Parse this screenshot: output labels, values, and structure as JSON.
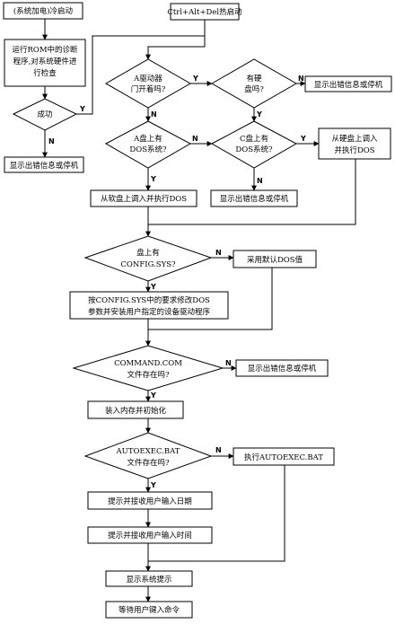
{
  "nodes": {
    "cold_boot": "(系统加电)冷启动",
    "warm_boot": "Ctrl+Alt+Del热启动",
    "rom_diag": [
      "运行ROM中的诊断",
      "程序,对系统硬件进",
      "行检查"
    ],
    "success": "成功",
    "show_error_1": "显示出错信息或停机",
    "drive_a": [
      "A驱动器",
      "门开着吗?"
    ],
    "has_hdd": [
      "有硬",
      "盘吗?"
    ],
    "show_error_2": "显示出错信息或停机",
    "a_dos": [
      "A盘上有",
      "DOS系统?"
    ],
    "c_dos": [
      "C盘上有",
      "DOS系统?"
    ],
    "load_from_hdd": [
      "从硬盘上调入",
      "并执行DOS"
    ],
    "load_from_floppy": "从软盘上调入并执行DOS",
    "show_error_3": "显示出错信息或停机",
    "config_check": [
      "盘上有",
      "CONFIG.SYS?"
    ],
    "default_dos": "采用默认DOS值",
    "config_apply": [
      "按CONFIG.SYS中的要求修改DOS",
      "参数并安装用户指定的设备驱动程序"
    ],
    "command_check": [
      "COMMAND.COM",
      "文件存在吗?"
    ],
    "show_error_4": "显示出错信息或停机",
    "load_memory": "装入内存并初始化",
    "autoexec_check": [
      "AUTOEXEC.BAT",
      "文件存在吗?"
    ],
    "run_autoexec": "执行AUTOEXEC.BAT",
    "prompt_date": "提示并接收用户输入日期",
    "prompt_time": "提示并接收用户输入时间",
    "show_prompt": "显示系统提示",
    "wait_command": "等待用户键入命令"
  },
  "labels": {
    "yes": "Y",
    "no": "N"
  }
}
